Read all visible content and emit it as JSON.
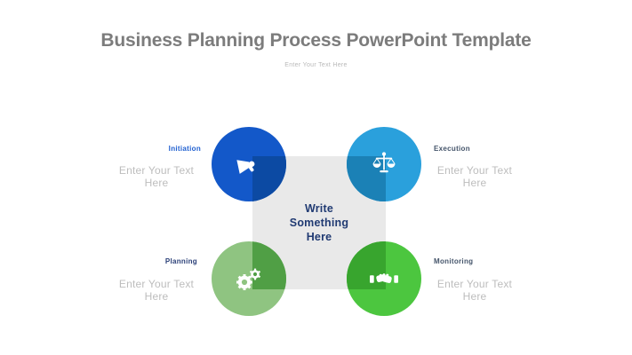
{
  "slide": {
    "title": "Business Planning Process PowerPoint Template",
    "subtitle": "Enter Your Text Here"
  },
  "colors": {
    "title": "#7c7c7c",
    "subtitle": "#b9b9b9",
    "placeholder": "#bdbdbd",
    "background": "#ffffff"
  },
  "center": {
    "text": "Write\nSomething\nHere",
    "text_color": "#203a72",
    "square_color": "#e9e9e9"
  },
  "steps": [
    {
      "position": "top-left",
      "label": "Initiation",
      "label_color": "#1e5fd0",
      "placeholder": "Enter Your Text\nHere",
      "icon": "megaphone-icon",
      "circle_color": "#1358c9",
      "overlap_color": "#0c4aa3"
    },
    {
      "position": "top-right",
      "label": "Execution",
      "label_color": "#44546a",
      "placeholder": "Enter Your Text\nHere",
      "icon": "scales-icon",
      "circle_color": "#2aa0dc",
      "overlap_color": "#1b81b6"
    },
    {
      "position": "bottom-left",
      "label": "Planning",
      "label_color": "#2b4078",
      "placeholder": "Enter Your Text\nHere",
      "icon": "gears-icon",
      "circle_color": "#8fc481",
      "overlap_color": "#509f45"
    },
    {
      "position": "bottom-right",
      "label": "Monitoring",
      "label_color": "#44546a",
      "placeholder": "Enter Your Text\nHere",
      "icon": "handshake-icon",
      "circle_color": "#4cc63f",
      "overlap_color": "#38a52e"
    }
  ]
}
